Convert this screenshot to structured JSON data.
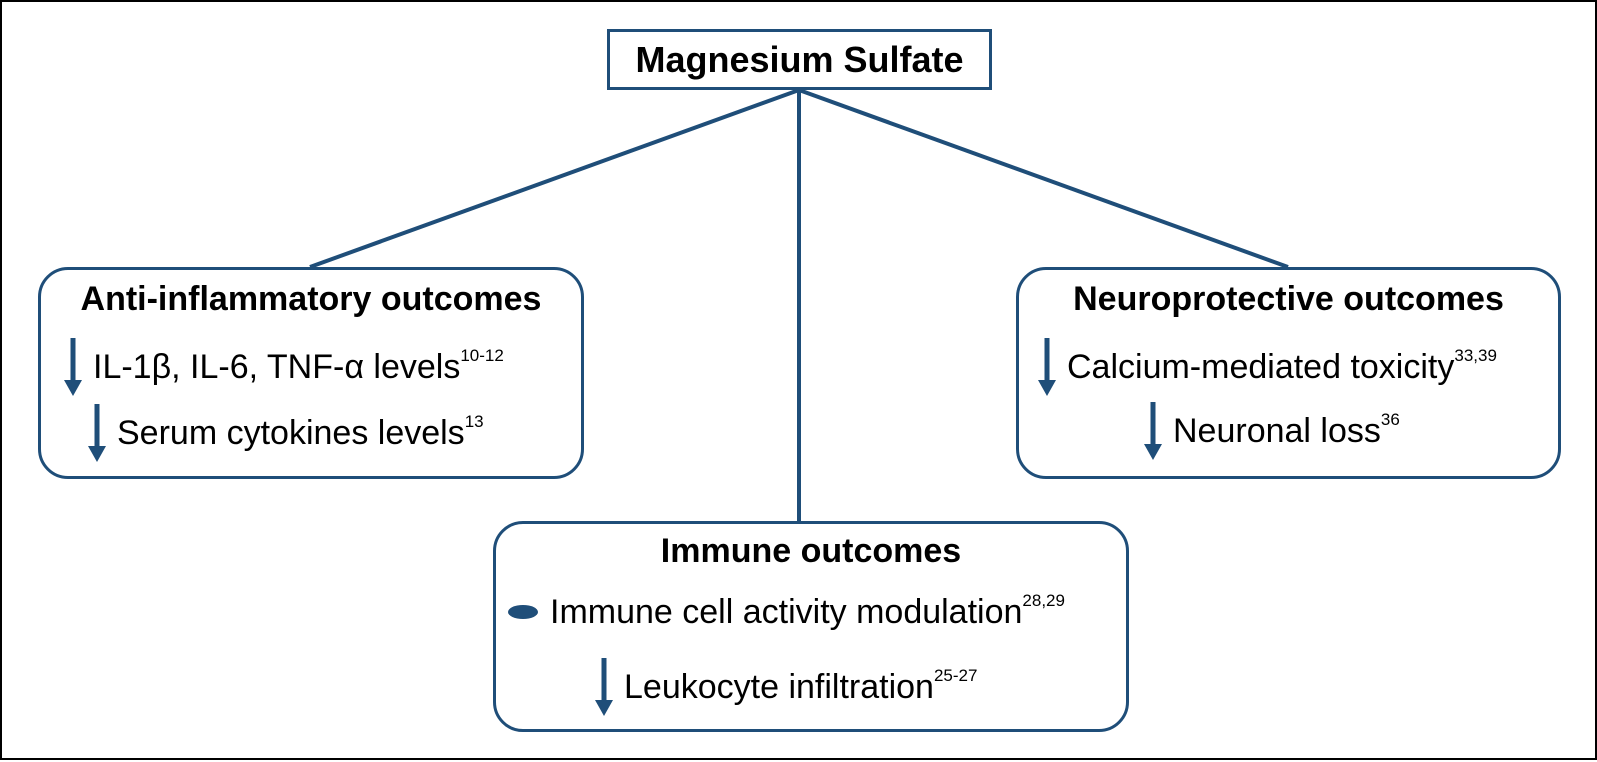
{
  "root": {
    "title": "Magnesium Sulfate"
  },
  "colors": {
    "accent": "#1f4e79",
    "text": "#000000",
    "frame": "#000000"
  },
  "anti_inflammatory": {
    "title": "Anti-inflammatory outcomes",
    "items": [
      {
        "icon": "down-arrow-icon",
        "text": "IL-1β, IL-6, TNF-α levels",
        "ref": "10-12"
      },
      {
        "icon": "down-arrow-icon",
        "text": "Serum cytokines levels",
        "ref": "13"
      }
    ]
  },
  "neuroprotective": {
    "title": "Neuroprotective outcomes",
    "items": [
      {
        "icon": "down-arrow-icon",
        "text": "Calcium-mediated toxicity",
        "ref": "33,39"
      },
      {
        "icon": "down-arrow-icon",
        "text": "Neuronal loss",
        "ref": "36"
      }
    ]
  },
  "immune": {
    "title": "Immune outcomes",
    "items": [
      {
        "icon": "ellipse-icon",
        "text": "Immune cell activity modulation",
        "ref": "28,29"
      },
      {
        "icon": "down-arrow-icon",
        "text": "Leukocyte infiltration",
        "ref": "25-27"
      }
    ]
  }
}
